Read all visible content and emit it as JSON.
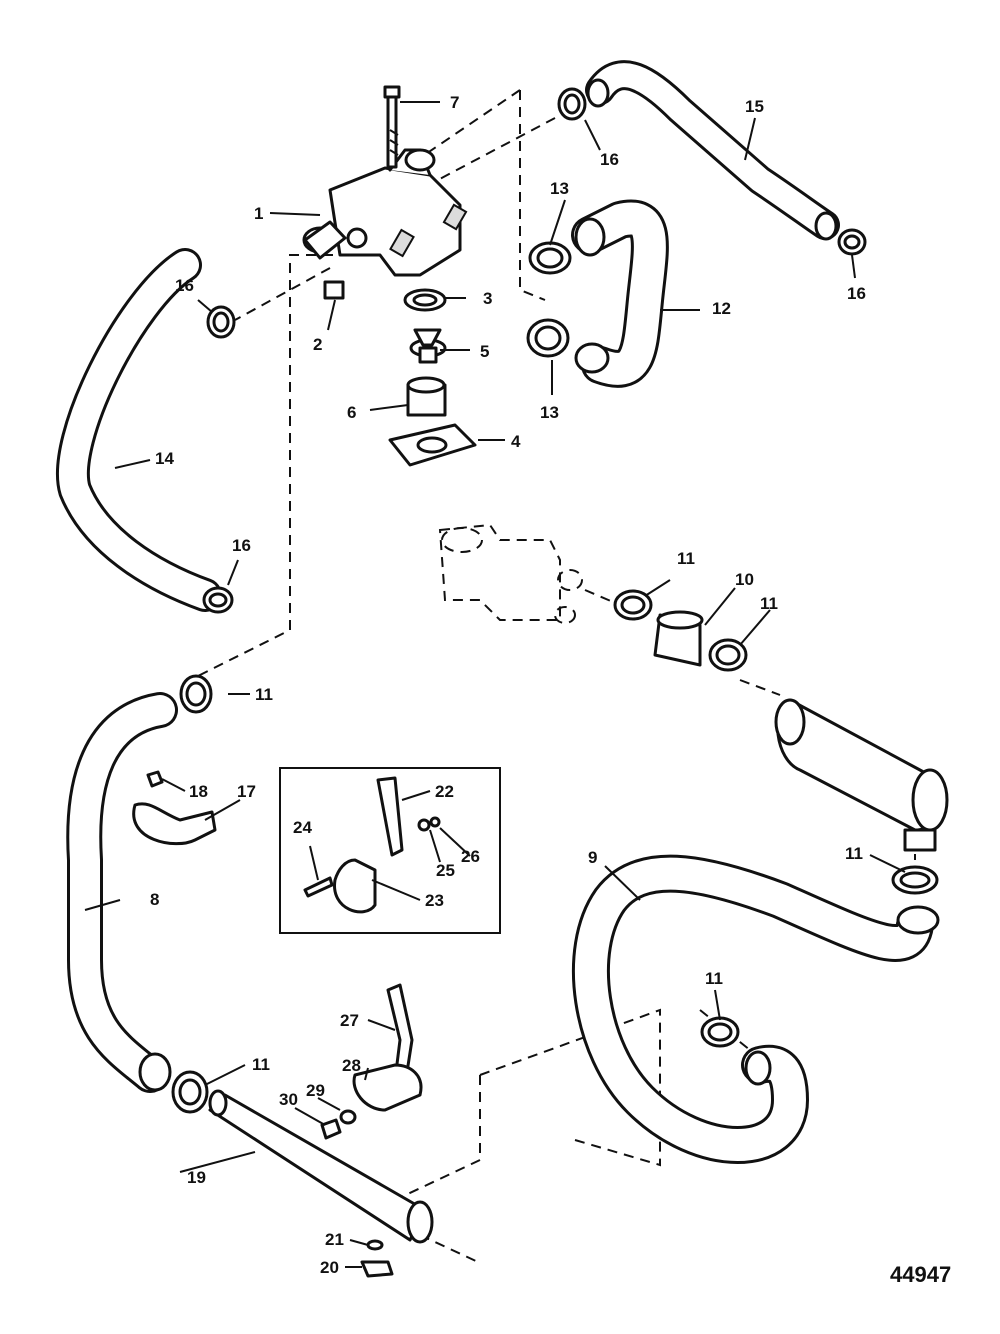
{
  "diagram": {
    "id_number": "44947",
    "callouts": {
      "c1": "1",
      "c2": "2",
      "c3": "3",
      "c4": "4",
      "c5": "5",
      "c6": "6",
      "c7": "7",
      "c8": "8",
      "c9": "9",
      "c10": "10",
      "c11a": "11",
      "c11b": "11",
      "c11c": "11",
      "c11d": "11",
      "c11e": "11",
      "c11f": "11",
      "c12": "12",
      "c13a": "13",
      "c13b": "13",
      "c14": "14",
      "c15": "15",
      "c16a": "16",
      "c16b": "16",
      "c16c": "16",
      "c16d": "16",
      "c17": "17",
      "c18": "18",
      "c19": "19",
      "c20": "20",
      "c21": "21",
      "c22": "22",
      "c23": "23",
      "c24": "24",
      "c25": "25",
      "c26": "26",
      "c27": "27",
      "c28": "28",
      "c29": "29",
      "c30": "30"
    }
  }
}
